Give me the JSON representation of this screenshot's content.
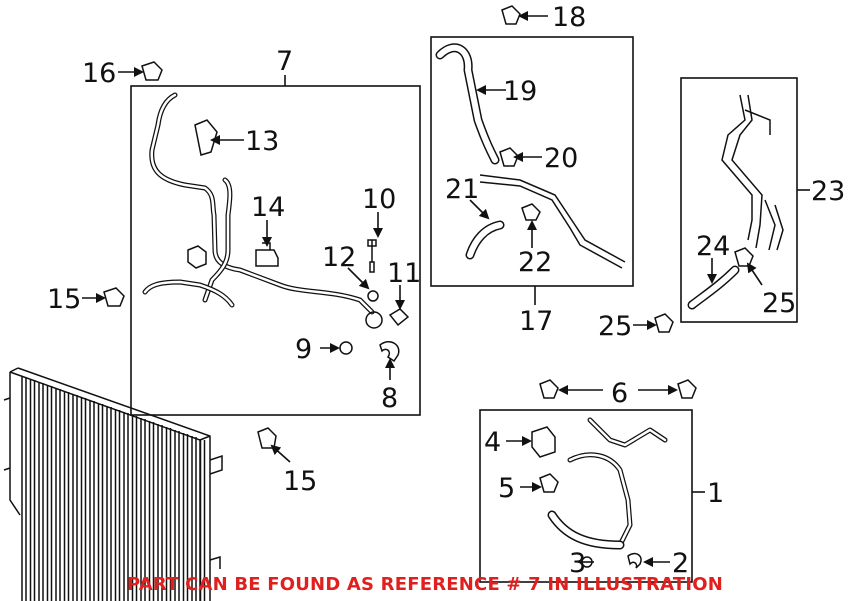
{
  "callouts": {
    "c1": "1",
    "c2": "2",
    "c3": "3",
    "c4": "4",
    "c5": "5",
    "c6": "6",
    "c7": "7",
    "c8": "8",
    "c9": "9",
    "c10": "10",
    "c11": "11",
    "c12": "12",
    "c13": "13",
    "c14": "14",
    "c15a": "15",
    "c15b": "15",
    "c16": "16",
    "c17": "17",
    "c18": "18",
    "c19": "19",
    "c20": "20",
    "c21": "21",
    "c22": "22",
    "c23": "23",
    "c24": "24",
    "c25a": "25",
    "c25b": "25"
  },
  "notice": "PART CAN BE FOUND AS REFERENCE # 7 IN ILLUSTRATION",
  "colors": {
    "notice": "#e0201e",
    "line": "#111111"
  }
}
